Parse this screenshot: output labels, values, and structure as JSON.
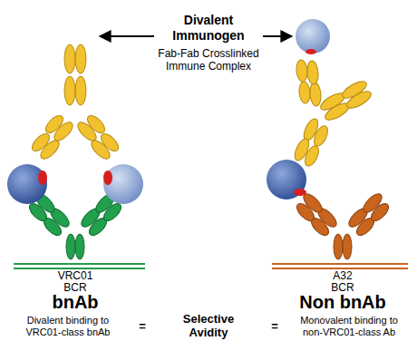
{
  "diagram": {
    "labels": [
      "Divalent Immunogen",
      "Fab-Fab Crosslinked Immune Complex",
      "VRC01 BCR",
      "A32 BCR",
      "bnAb",
      "Non bnAb",
      "Divalent binding to VRC01-class bnAb",
      "=",
      "Selective Avidity",
      "=",
      "Monovalent binding to non-VRC01-class Ab"
    ]
  }
}
